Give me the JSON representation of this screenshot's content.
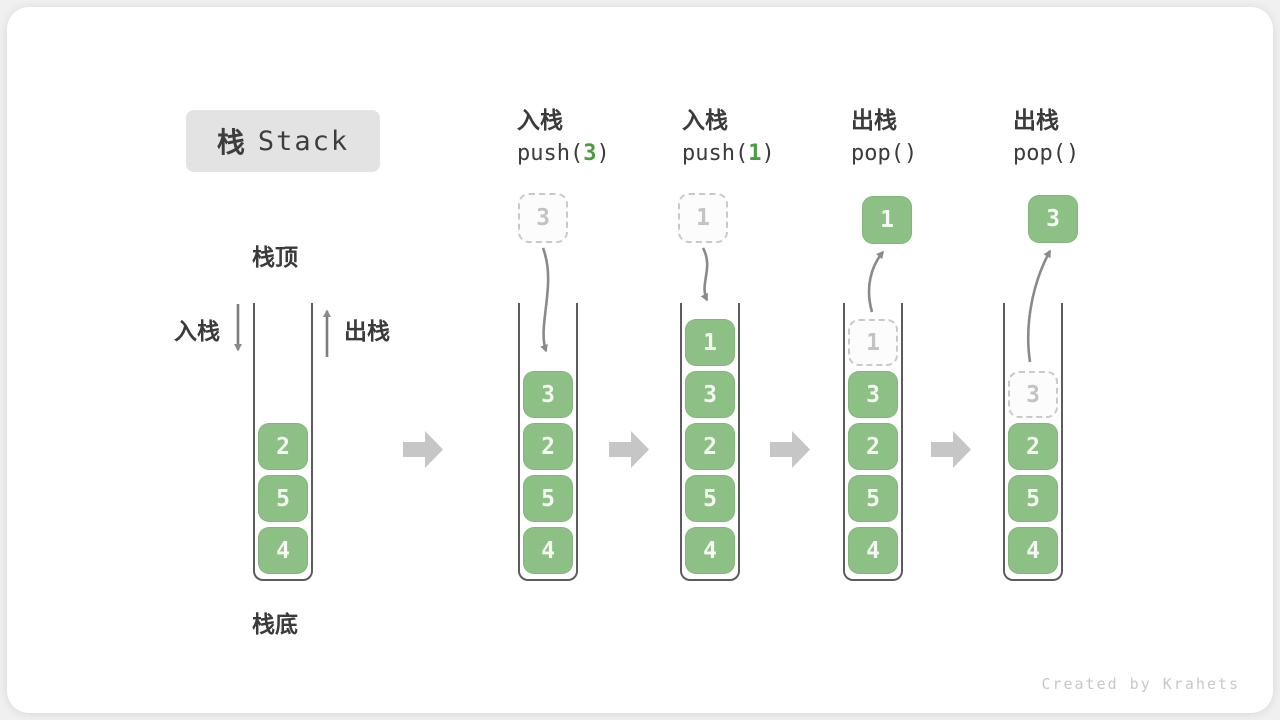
{
  "title": {
    "zh": "栈",
    "en": "Stack"
  },
  "footer": "Created by Krahets",
  "colors": {
    "box_green": "#8CC084",
    "box_text": "#f7f9f5",
    "code_arg_green": "#4C9B43",
    "arrow_gray": "#8a8a8a",
    "chunky_arrow_gray": "#c6c6c6",
    "ghost_border": "#c9c9c9",
    "ghost_text": "#c3c3c3",
    "label_dark": "#3b3b3b"
  },
  "left_stack": {
    "top_label": "栈顶",
    "bottom_label": "栈底",
    "push_label": "入栈",
    "pop_label": "出栈",
    "items": [
      {
        "v": "2"
      },
      {
        "v": "5"
      },
      {
        "v": "4"
      }
    ]
  },
  "operations": [
    {
      "zh": "入栈",
      "code_pre": "push(",
      "code_arg": "3",
      "code_post": ")",
      "floating": {
        "value": "3",
        "style": "dashed"
      },
      "arrow": "push",
      "items": [
        {
          "v": "3"
        },
        {
          "v": "2"
        },
        {
          "v": "5"
        },
        {
          "v": "4"
        }
      ]
    },
    {
      "zh": "入栈",
      "code_pre": "push(",
      "code_arg": "1",
      "code_post": ")",
      "floating": {
        "value": "1",
        "style": "dashed"
      },
      "arrow": "push",
      "items": [
        {
          "v": "1"
        },
        {
          "v": "3"
        },
        {
          "v": "2"
        },
        {
          "v": "5"
        },
        {
          "v": "4"
        }
      ]
    },
    {
      "zh": "出栈",
      "code_pre": "pop(",
      "code_arg": "",
      "code_post": ")",
      "floating": {
        "value": "1",
        "style": "solid"
      },
      "arrow": "pop",
      "items": [
        {
          "v": "1",
          "ghost": true
        },
        {
          "v": "3"
        },
        {
          "v": "2"
        },
        {
          "v": "5"
        },
        {
          "v": "4"
        }
      ]
    },
    {
      "zh": "出栈",
      "code_pre": "pop(",
      "code_arg": "",
      "code_post": ")",
      "floating": {
        "value": "3",
        "style": "solid"
      },
      "arrow": "pop",
      "items": [
        {
          "v": "3",
          "ghost": true
        },
        {
          "v": "2"
        },
        {
          "v": "5"
        },
        {
          "v": "4"
        }
      ]
    }
  ]
}
